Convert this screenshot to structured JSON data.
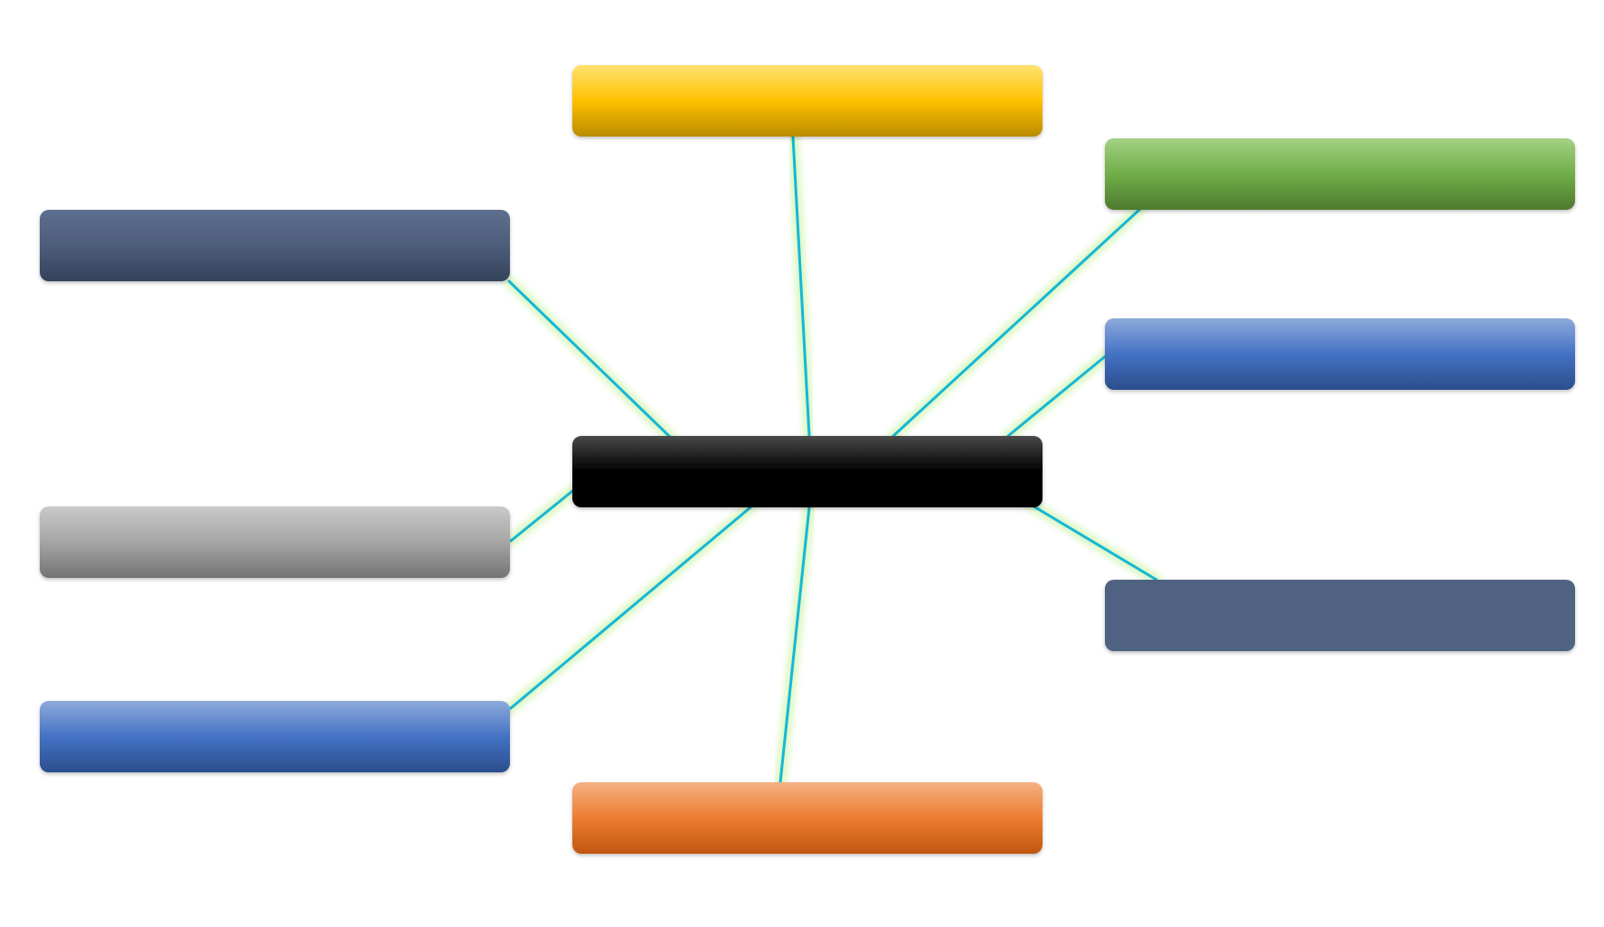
{
  "diagram": {
    "type": "mind-map",
    "colors": {
      "background": "#ffffff",
      "connector_line": "#16b7d6",
      "connector_glow": "#b9f08a"
    },
    "center": {
      "id": "center",
      "label": "",
      "gradient": [
        "#4a4a4a",
        "#000000",
        "#000000"
      ]
    },
    "nodes": [
      {
        "id": "top-yellow",
        "label": "",
        "gradient": [
          "#ffe270",
          "#ffc000",
          "#b98c00"
        ]
      },
      {
        "id": "top-right-green",
        "label": "",
        "gradient": [
          "#a3d184",
          "#70ad47",
          "#4e7a2f"
        ]
      },
      {
        "id": "right-blue",
        "label": "",
        "gradient": [
          "#8eaadb",
          "#4472c4",
          "#2b4d8c"
        ]
      },
      {
        "id": "lower-right-slate",
        "label": "",
        "gradient": [
          "#4f6282",
          "#4f6282",
          "#4f6282"
        ]
      },
      {
        "id": "bottom-orange",
        "label": "",
        "gradient": [
          "#f4b183",
          "#ed7d31",
          "#c0560f"
        ]
      },
      {
        "id": "lower-left-blue",
        "label": "",
        "gradient": [
          "#8eaadb",
          "#4472c4",
          "#2b4d8c"
        ]
      },
      {
        "id": "left-gray",
        "label": "",
        "gradient": [
          "#c9c9c9",
          "#a5a5a5",
          "#737373"
        ]
      },
      {
        "id": "upper-left-slate",
        "label": "",
        "gradient": [
          "#5e6f8e",
          "#4d5d7a",
          "#34425c"
        ]
      }
    ],
    "connections": [
      {
        "from": "center",
        "to": "top-yellow"
      },
      {
        "from": "center",
        "to": "top-right-green"
      },
      {
        "from": "center",
        "to": "right-blue"
      },
      {
        "from": "center",
        "to": "lower-right-slate"
      },
      {
        "from": "center",
        "to": "bottom-orange"
      },
      {
        "from": "center",
        "to": "lower-left-blue"
      },
      {
        "from": "center",
        "to": "left-gray"
      },
      {
        "from": "center",
        "to": "upper-left-slate"
      }
    ]
  }
}
